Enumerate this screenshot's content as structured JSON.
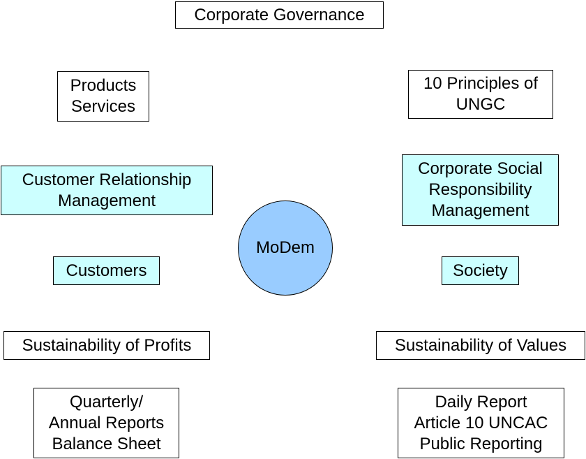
{
  "diagram": {
    "hub_label": "MoDem",
    "colors": {
      "hub_fill": "#99ccff",
      "highlight_fill": "#ccffff",
      "plain_fill": "#ffffff",
      "border": "#000000"
    },
    "top": {
      "corporate_governance": "Corporate Governance"
    },
    "left": {
      "products_services": "Products\nServices",
      "crm": "Customer Relationship\nManagement",
      "customers": "Customers",
      "sustainability_profits": "Sustainability of Profits",
      "quarterly_reports": "Quarterly/\nAnnual Reports\nBalance Sheet"
    },
    "right": {
      "ungc_principles": "10 Principles of\nUNGC",
      "csr_management": "Corporate Social\nResponsibility\nManagement",
      "society": "Society",
      "sustainability_values": "Sustainability of Values",
      "daily_report": "Daily Report\nArticle 10 UNCAC\nPublic Reporting"
    }
  }
}
